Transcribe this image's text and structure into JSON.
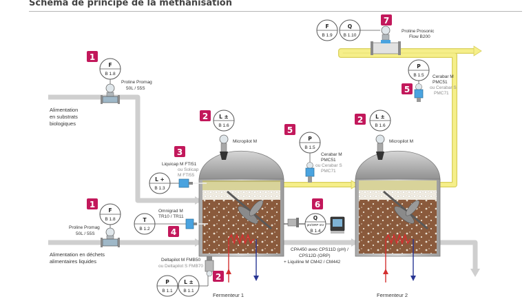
{
  "title": "Schéma de principe de la méthanisation",
  "colors": {
    "badge": "#c2185b",
    "pipe": "#cfcfcf",
    "gas_pipe": "#f6ef8a",
    "tank_roof": "#9a9a9a",
    "sludge": "#8a5a3c",
    "heat_in": "#d32f2f",
    "heat_out": "#283593"
  },
  "icons": [
    "flowmeter-icon",
    "level-radar-icon",
    "pressure-transmitter-icon",
    "level-switch-icon",
    "temperature-sensor-icon",
    "analyzer-icon",
    "agitator-icon"
  ],
  "inputs": {
    "substrates": "Alimentation en substrats biologiques",
    "substrates_lines": [
      "Alimentation",
      "en substrats",
      "biologiques"
    ],
    "liquid_waste_lines": [
      "Alimentation en déchets",
      "alimentaires liquides"
    ]
  },
  "fermenters": {
    "f1": "Fermenteur 1",
    "f2": "Fermenteur 2"
  },
  "badges": {
    "b1a": "1",
    "b1b": "1",
    "b2a": "2",
    "b2b": "2",
    "b2c": "2",
    "b3": "3",
    "b4": "4",
    "b5a": "5",
    "b5b": "5",
    "b6": "6",
    "b7": "7"
  },
  "instruments": {
    "promag_top": {
      "bubble_top": "F",
      "bubble_bot": "B 1.8",
      "name_lines": [
        "Proline Promag",
        "50L / 55S"
      ]
    },
    "promag_bottom": {
      "bubble_top": "F",
      "bubble_bot": "B 1.8",
      "name_lines": [
        "Proline Promag",
        "50L / 55S"
      ]
    },
    "micropilot_1": {
      "bubble_top": "L ±",
      "bubble_bot": "B 1.6",
      "name": "Micropilot M"
    },
    "micropilot_2": {
      "bubble_top": "L ±",
      "bubble_bot": "B 1.6",
      "name": "Micropilot M"
    },
    "liquicap": {
      "bubble_top": "L +",
      "bubble_bot": "B 1.3",
      "name_lines": [
        "Liquicap M FTI51"
      ],
      "alt_lines": [
        "ou Solicap",
        "M FTI55"
      ]
    },
    "omnigrad": {
      "bubble_top": "T",
      "bubble_bot": "B 1.2",
      "name_lines": [
        "Omnigrad M",
        "TR10 / TR11"
      ]
    },
    "deltapilot": {
      "bubble_p_top": "P",
      "bubble_p_bot": "B 1.1",
      "bubble_l_top": "L ±",
      "bubble_l_bot": "B 1.1",
      "name_lines": [
        "Deltapilot M FMB50"
      ],
      "alt_lines": [
        "ou Deltapilot S FMB70"
      ]
    },
    "cerabar_gas": {
      "bubble_top": "P",
      "bubble_bot": "B 1.5",
      "name_lines": [
        "Cerabar M",
        "PMC51"
      ],
      "alt_lines": [
        "ou Cerabar S",
        "PMC71"
      ]
    },
    "cerabar_out": {
      "bubble_top": "P",
      "bubble_bot": "B 1.5",
      "name_lines": [
        "Cerabar M",
        "PMC51"
      ],
      "alt_lines": [
        "ou Cerabar S",
        "PMC71"
      ]
    },
    "analyzer": {
      "bubble_top": "Q",
      "bubble_mid": "pH/ORP mV",
      "bubble_bot": "B 1.4",
      "name_lines": [
        "CPA450 avec CPS11D (pH) /",
        "CPS12D (ORP)",
        "+ Liquiline M CM42 / CM442"
      ]
    },
    "prosonic": {
      "bubble_f_top": "F",
      "bubble_f_bot": "B 1.9",
      "bubble_q_top": "Q",
      "bubble_q_bot": "B 1.10",
      "name_lines": [
        "Proline Prosonic",
        "Flow B200"
      ]
    }
  }
}
